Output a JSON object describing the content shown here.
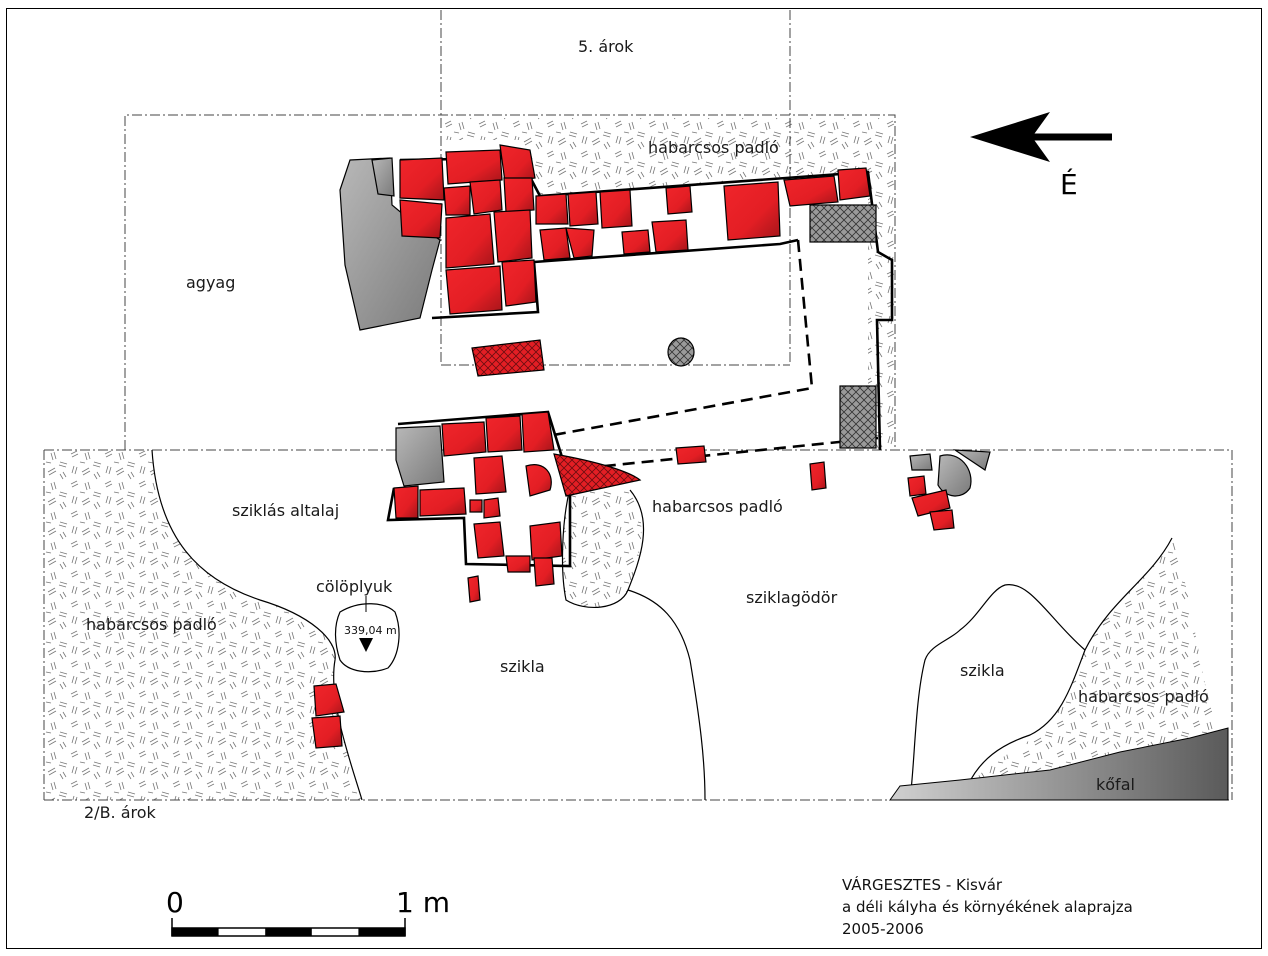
{
  "labels": {
    "trench_5": "5. árok",
    "trench_2b": "2/B. árok",
    "north_marker": "É",
    "mortar_floor_top": "habarcsos padló",
    "clay": "agyag",
    "rocky_subsoil": "sziklás altalaj",
    "mortar_floor_mid": "habarcsos padló",
    "posthole": "cölöplyuk",
    "posthole_depth": "339,04 m",
    "mortar_floor_left": "habarcsos padló",
    "rock_center": "szikla",
    "rock_pit": "sziklagödör",
    "rock_right": "szikla",
    "mortar_floor_right": "habarcsos padló",
    "stone_wall": "kőfal"
  },
  "scale_bar": {
    "start_label": "0",
    "end_label": "1 m"
  },
  "caption": {
    "line1": "VÁRGESZTES - Kisvár",
    "line2": "a déli kályha és környékének alaprajza",
    "line3": "2005-2006"
  },
  "colors": {
    "brick": "#e31e24",
    "brick_shadow": "#a3151a",
    "stone": "#9e9e9e",
    "hatch": "#555555"
  }
}
